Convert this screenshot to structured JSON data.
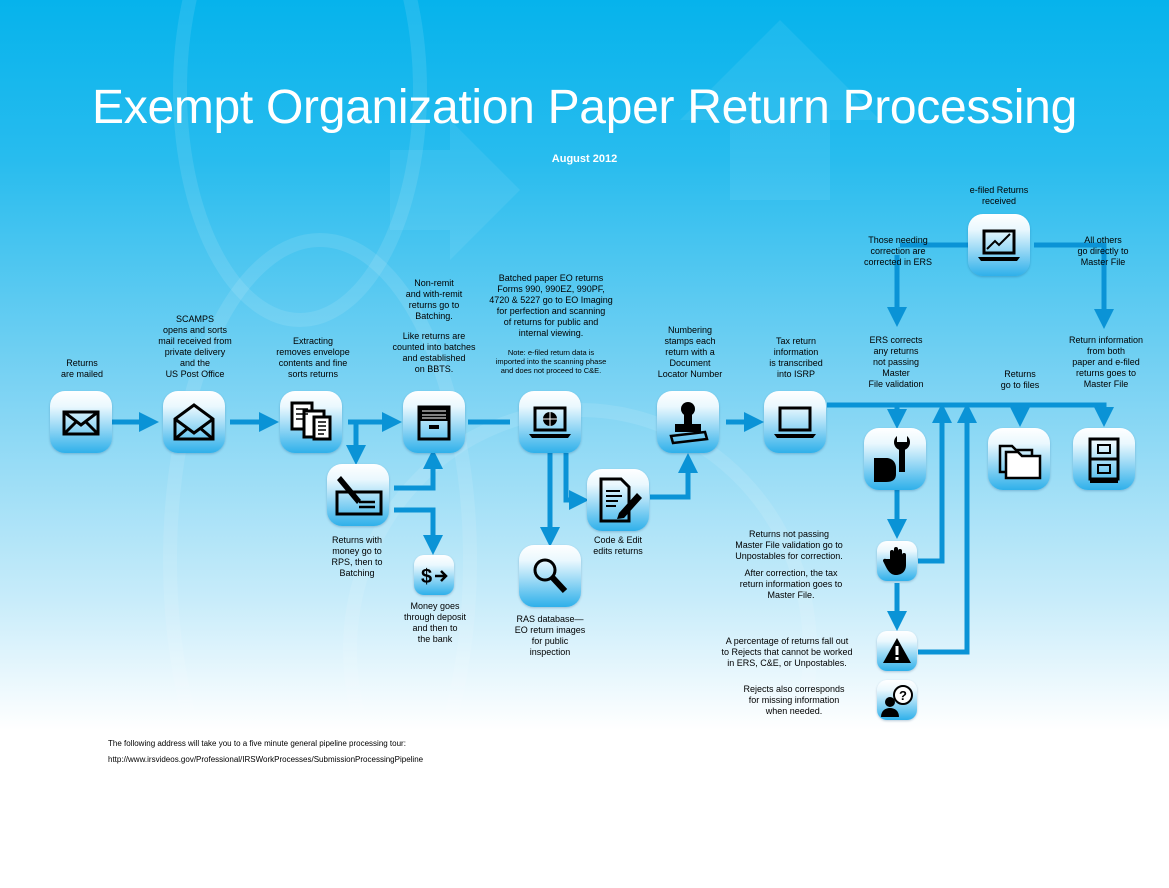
{
  "title": "Exempt Organization Paper Return Processing",
  "subtitle": "August 2012",
  "colors": {
    "flow": "#0a93d6",
    "icon": "#000000",
    "top": "#06b3ec"
  },
  "labels": {
    "mailed": "Returns\nare mailed",
    "scamps": "SCAMPS\nopens and sorts\nmail received from\nprivate delivery\nand the\nUS Post Office",
    "extracting": "Extracting\nremoves envelope\ncontents and fine\nsorts returns",
    "batching": "Non-remit\nand with-remit\nreturns go to\nBatching.",
    "batching2": "Like returns are\ncounted into batches\nand established\non BBTS.",
    "imaging": "Batched paper EO returns\nForms 990, 990EZ, 990PF,\n4720 & 5227 go to EO Imaging\nfor perfection and scanning\nof returns for public and\ninternal viewing.",
    "imaging_note": "Note: e-filed return data is\nimported into the scanning phase\nand does not proceed to C&E.",
    "numbering": "Numbering\nstamps each\nreturn with a\nDocument\nLocator Number",
    "isrp": "Tax return\ninformation\nis transcribed\ninto ISRP",
    "efiled": "e-filed Returns\nreceived",
    "needing": "Those needing\ncorrection are\ncorrected in ERS",
    "others": "All others\ngo directly to\nMaster File",
    "ers": "ERS corrects\nany returns\nnot passing\nMaster\nFile validation",
    "files": "Returns\ngo to files",
    "masterfile": "Return information\nfrom both\npaper and e-filed\nreturns goes to\nMaster File",
    "rps": "Returns with\nmoney go to\nRPS, then to\nBatching",
    "money": "Money goes\nthrough deposit\nand then to\nthe bank",
    "codeedit": "Code & Edit\nedits returns",
    "ras": "RAS database—\nEO return images\nfor public\ninspection",
    "unpost1": "Returns not passing\nMaster File validation go to\nUnpostables for correction.",
    "unpost2": "After correction, the tax\nreturn information goes to\nMaster File.",
    "rejects1": "A percentage of returns fall out\nto Rejects that cannot be worked\nin ERS, C&E, or Unpostables.",
    "rejects2": "Rejects also corresponds\nfor missing information\nwhen needed."
  },
  "footer": {
    "line1": "The following address will take you to a five minute general pipeline processing tour:",
    "line2": "http://www.irsvideos.gov/Professional/IRSWorkProcesses/SubmissionProcessingPipeline"
  },
  "icons": [
    "envelope-icon",
    "open-envelope-icon",
    "documents-icon",
    "file-box-icon",
    "laptop-globe-icon",
    "stamp-icon",
    "laptop-icon",
    "laptop-chart-icon",
    "hand-wrench-icon",
    "folders-icon",
    "file-cabinet-icon",
    "pen-check-icon",
    "dollar-arrow-icon",
    "form-pen-icon",
    "magnifier-icon",
    "stop-hand-icon",
    "warning-icon",
    "person-question-icon"
  ]
}
